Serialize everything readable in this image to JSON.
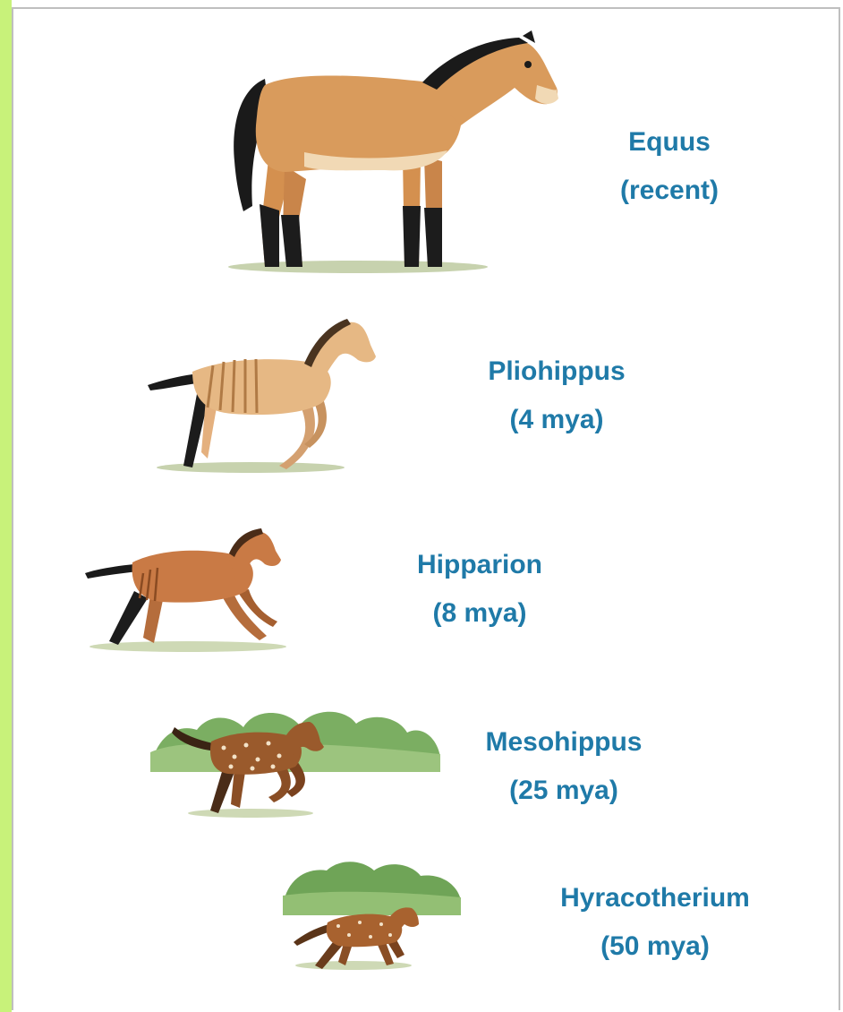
{
  "colors": {
    "label_text": "#1f7aa8",
    "side_strip": "#c8f27a",
    "frame_border": "#bfbfbf"
  },
  "stages": [
    {
      "name": "Equus",
      "age": "(recent)",
      "image": "equus-horse-illustration"
    },
    {
      "name": "Pliohippus",
      "age": "(4 mya)",
      "image": "pliohippus-illustration"
    },
    {
      "name": "Hipparion",
      "age": "(8 mya)",
      "image": "hipparion-illustration"
    },
    {
      "name": "Mesohippus",
      "age": "(25 mya)",
      "image": "mesohippus-illustration"
    },
    {
      "name": "Hyracotherium",
      "age": "(50 mya)",
      "image": "hyracotherium-illustration"
    }
  ]
}
